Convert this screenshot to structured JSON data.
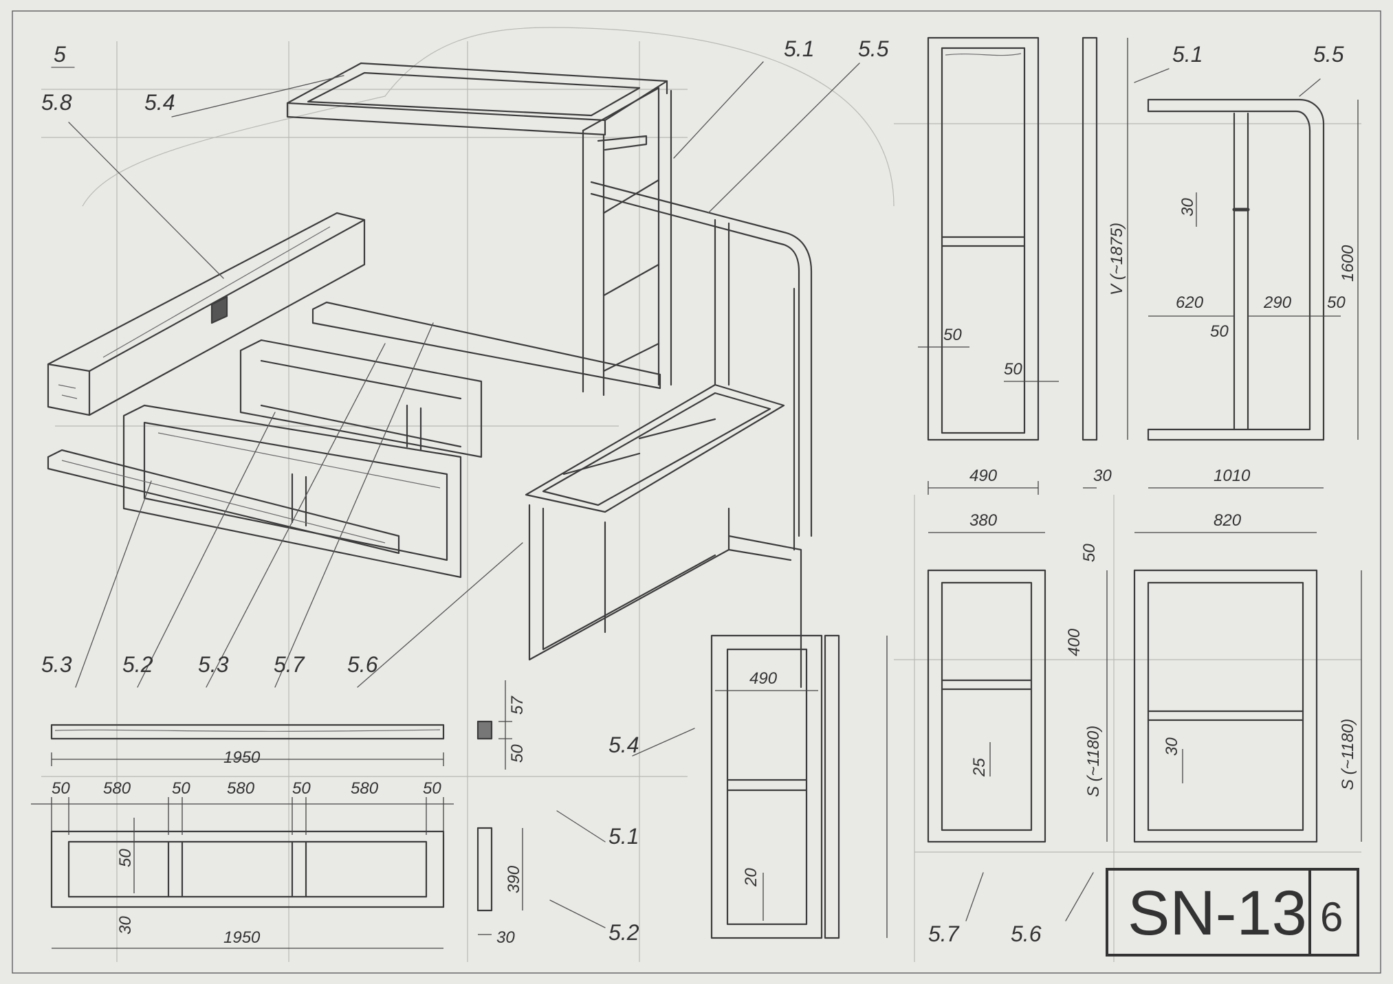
{
  "drawing": {
    "code": "SN-13",
    "sheet": "6",
    "section": "5",
    "callouts": {
      "c58": "5.8",
      "c54a": "5.4",
      "c51a": "5.1",
      "c55a": "5.5",
      "c53a": "5.3",
      "c52a": "5.2",
      "c53b": "5.3",
      "c57a": "5.7",
      "c56a": "5.6",
      "c51b": "5.1",
      "c55b": "5.5",
      "c54b": "5.4",
      "c51c": "5.1",
      "c52b": "5.2",
      "c57b": "5.7",
      "c56b": "5.6"
    },
    "dims": {
      "d1950a": "1950",
      "d1950b": "1950",
      "d50a": "50",
      "d580a": "580",
      "d50b": "50",
      "d580b": "580",
      "d50c": "50",
      "d580c": "580",
      "d50d": "50",
      "d50v": "50",
      "d30a": "30",
      "d57": "57",
      "d50e": "50",
      "d390": "390",
      "d30b": "30",
      "d490a": "490",
      "d20": "20",
      "d490b": "490",
      "d30c": "30",
      "dV": "V (~1875)",
      "d50f": "50",
      "d50g": "50",
      "d1010": "1010",
      "d1600": "1600",
      "d620": "620",
      "d290": "290",
      "d50h": "50",
      "d50i": "50",
      "d30d": "30",
      "d380": "380",
      "d50j": "50",
      "d400": "400",
      "d25": "25",
      "dS1": "S (~1180)",
      "d820": "820",
      "d30e": "30",
      "dS2": "S (~1180)"
    }
  }
}
